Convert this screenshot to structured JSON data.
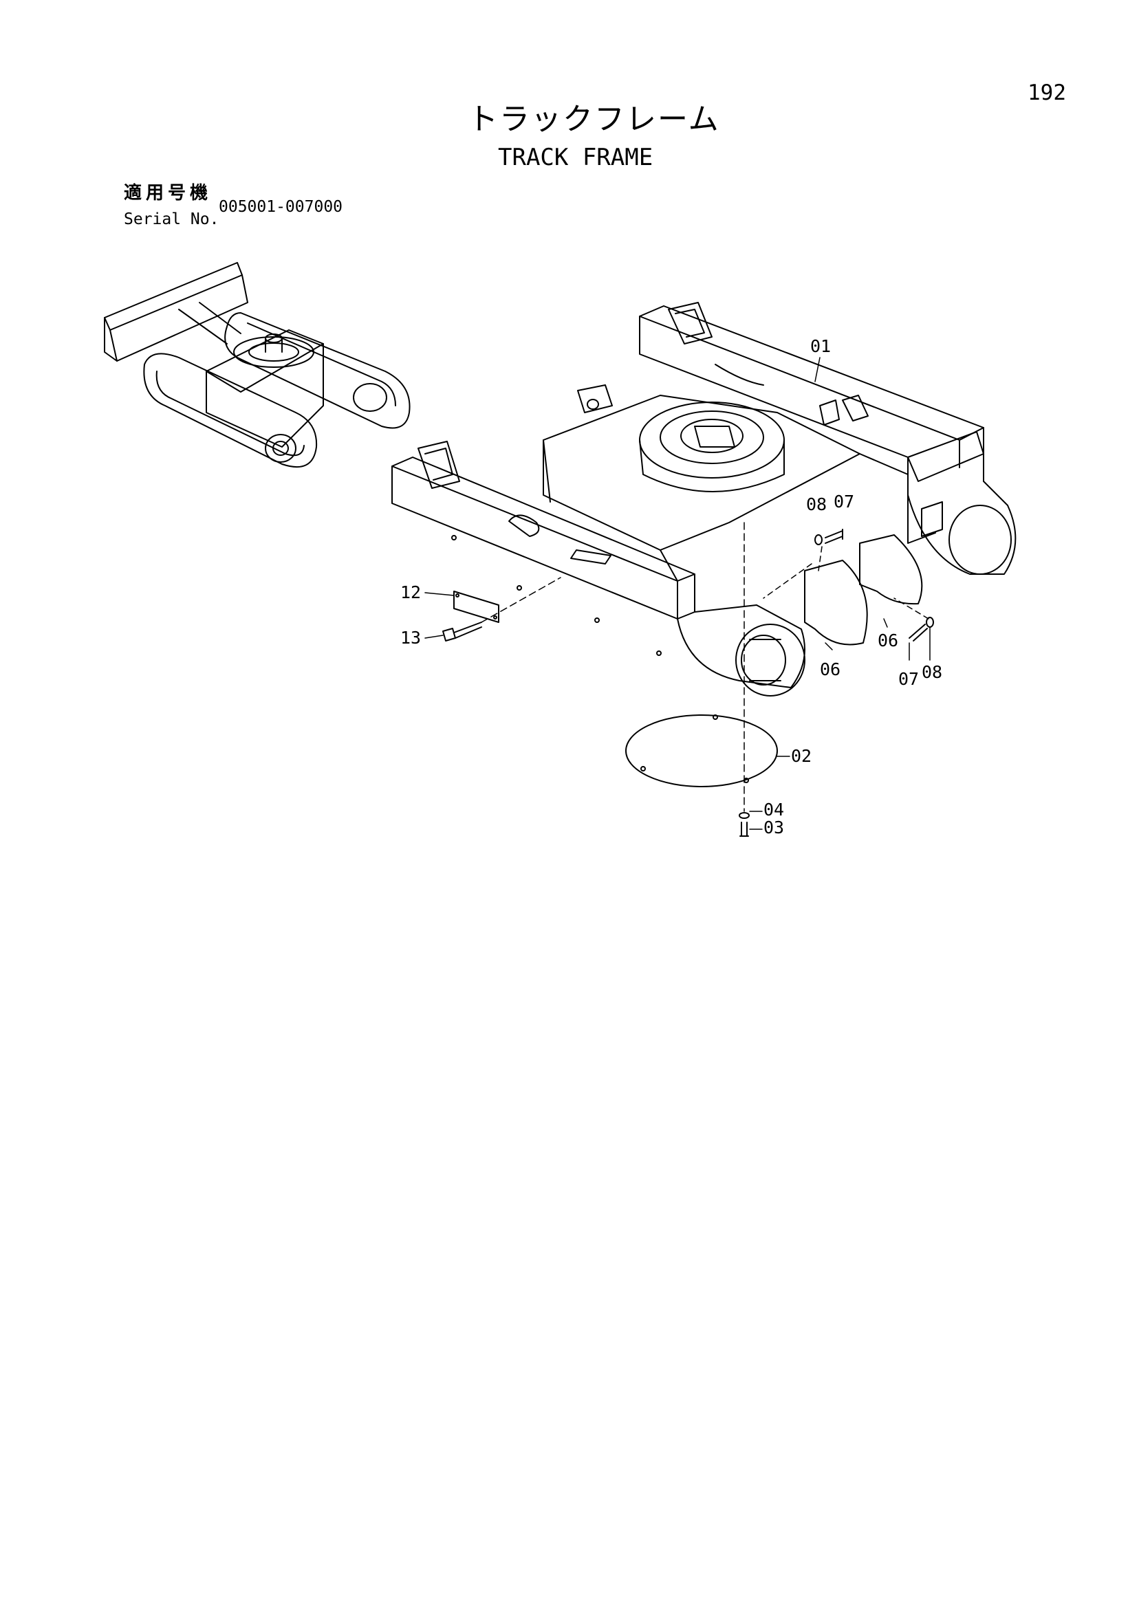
{
  "header": {
    "page_number": "192",
    "title_japanese": "トラックフレーム",
    "title_english": "TRACK FRAME"
  },
  "serial": {
    "label_japanese": "適用号機",
    "label_english": "Serial No.",
    "value": "005001-007000"
  },
  "callouts": [
    {
      "id": "c01",
      "text": "01"
    },
    {
      "id": "c02",
      "text": "02"
    },
    {
      "id": "c03",
      "text": "03"
    },
    {
      "id": "c04",
      "text": "04"
    },
    {
      "id": "c06a",
      "text": "06"
    },
    {
      "id": "c06b",
      "text": "06"
    },
    {
      "id": "c07a",
      "text": "07"
    },
    {
      "id": "c08a",
      "text": "08"
    },
    {
      "id": "c07b",
      "text": "07"
    },
    {
      "id": "c08b",
      "text": "08"
    },
    {
      "id": "c12",
      "text": "12"
    },
    {
      "id": "c13",
      "text": "13"
    }
  ]
}
